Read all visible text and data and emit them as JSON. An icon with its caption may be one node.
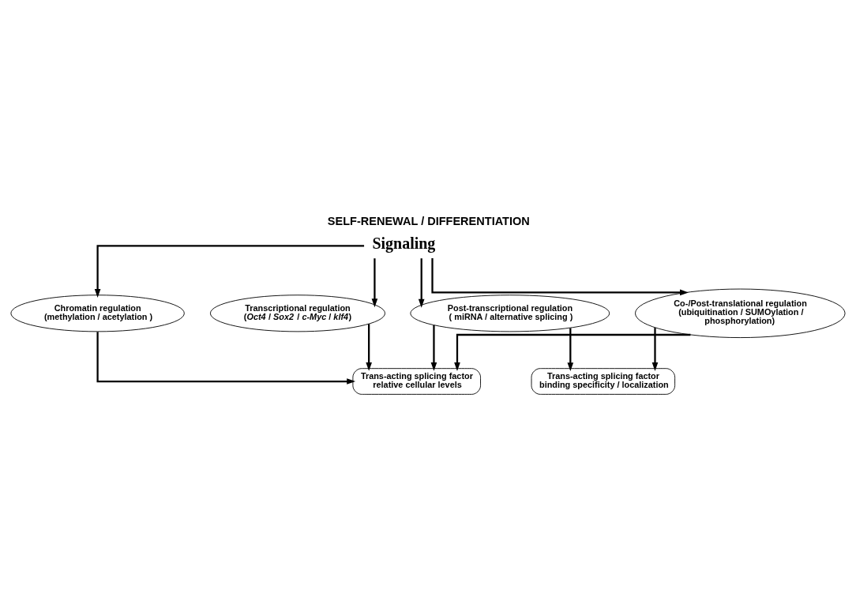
{
  "diagram": {
    "title": "SELF-RENEWAL / DIFFERENTIATION",
    "nodes": [
      {
        "text": [
          "Signaling"
        ]
      },
      {
        "text": [
          "Chromatin regulation (methylation / acetylation )"
        ]
      },
      {
        "text": [
          "Transcriptional regulation (*Oct4* / *Sox2* / *c-Myc* / *klf4*)"
        ]
      },
      {
        "text": [
          "Post-transcriptional regulation ( miRNA / alternative splicing )"
        ]
      },
      {
        "text": [
          "Co-/Post-translational regulation (ubiquitination / SUMOylation / phosphorylation)"
        ]
      },
      {
        "text": [
          "Trans-acting splicing factor relative cellular levels"
        ]
      },
      {
        "text": [
          "Trans-acting splicing factor binding specificity / localization"
        ]
      }
    ],
    "edges": [
      {
        "from": 0,
        "to": 1,
        "arrow": "to"
      },
      {
        "from": 0,
        "to": 2,
        "arrow": "to"
      },
      {
        "from": 0,
        "to": 3,
        "arrow": "to"
      },
      {
        "from": 0,
        "to": 4,
        "arrow": "to"
      },
      {
        "from": 1,
        "to": 5,
        "arrow": "to"
      },
      {
        "from": 2,
        "to": 5,
        "arrow": "to"
      },
      {
        "from": 3,
        "to": 5,
        "arrow": "to"
      },
      {
        "from": 4,
        "to": 5,
        "arrow": "to"
      },
      {
        "from": 3,
        "to": 6,
        "arrow": "to"
      },
      {
        "from": 4,
        "to": 6,
        "arrow": "to"
      }
    ]
  }
}
